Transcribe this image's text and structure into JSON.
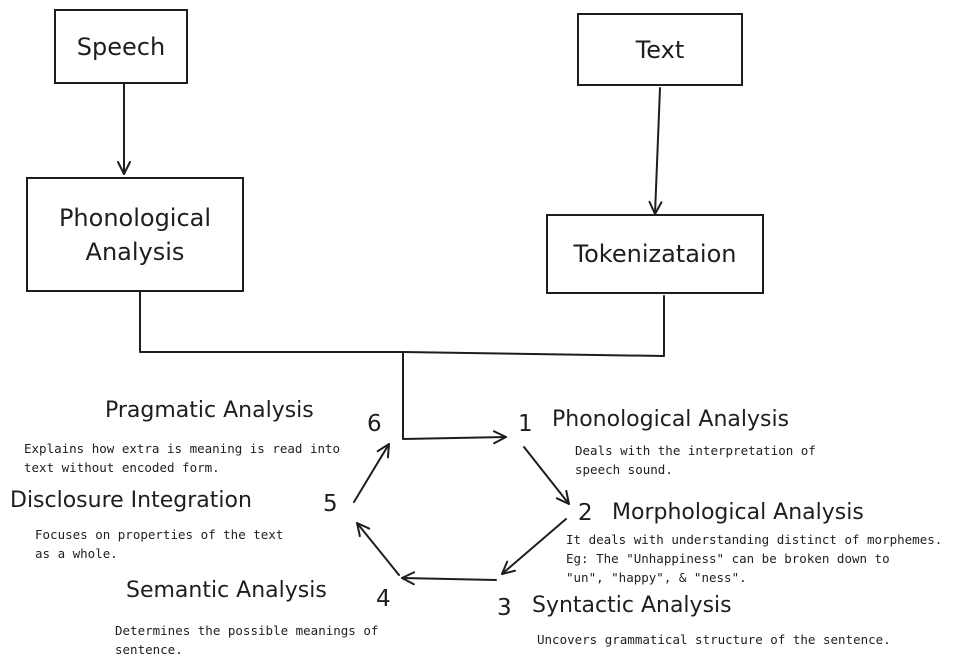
{
  "boxes": {
    "speech": "Speech",
    "text": "Text",
    "phonological": "Phonological\nAnalysis",
    "tokenization": "Tokenizataion"
  },
  "steps": {
    "s1": {
      "number": "1",
      "title": "Phonological Analysis",
      "desc": "Deals with the interpretation of\nspeech sound."
    },
    "s2": {
      "number": "2",
      "title": "Morphological Analysis",
      "desc": "It deals with understanding distinct of morphemes.\nEg: The \"Unhappiness\" can be broken down to\n\"un\", \"happy\", & \"ness\"."
    },
    "s3": {
      "number": "3",
      "title": "Syntactic Analysis",
      "desc": "Uncovers grammatical structure of the sentence."
    },
    "s4": {
      "number": "4",
      "title": "Semantic Analysis",
      "desc": "Determines the possible meanings of\nsentence."
    },
    "s5": {
      "number": "5",
      "title": "Disclosure Integration",
      "desc": "Focuses on properties of the text\nas a whole."
    },
    "s6": {
      "number": "6",
      "title": "Pragmatic Analysis",
      "desc": "Explains how extra is meaning is read into\ntext without encoded form."
    }
  },
  "colors": {
    "ink": "#1e1e1e",
    "background": "#ffffff"
  }
}
